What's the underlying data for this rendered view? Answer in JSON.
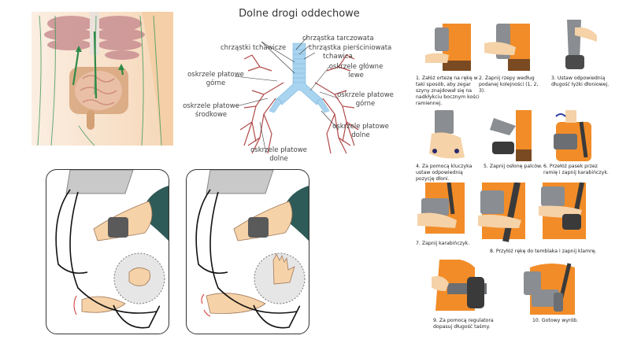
{
  "lungs": {
    "title": "Dolne drogi oddechowe",
    "labels": {
      "thyroid_cartilage": "chrząstka tarczowata",
      "cricoid_cartilage": "chrząstka pierściniowata",
      "trachea": "tchawica",
      "tracheal_cartilages": "chrząstki tchawicze",
      "left_main_bronchus_1": "oskrzele główne",
      "left_main_bronchus_2": "lewe",
      "right_upper_lobar_1": "oskrzele płatowe",
      "right_upper_lobar_2": "górne",
      "right_middle_lobar_1": "oskrzele płatowe",
      "right_middle_lobar_2": "środkowe",
      "left_upper_lobar_1": "oskrzele płatowe",
      "left_upper_lobar_2": "górne",
      "left_lower_lobar_1": "oskrzele płatowe",
      "left_lower_lobar_2": "dolne",
      "right_lower_lobar_1": "oskrzele płatowe",
      "right_lower_lobar_2": "dolne"
    }
  },
  "orthosis_steps": [
    {
      "caption": "1. Załóż ortezę na rękę w taki sposób, aby zegar szyny znajdował się na nadkłykciu bocznym kości ramiennej."
    },
    {
      "caption": "2. Zapnij rzepy według podanej kolejności (1, 2, 3)."
    },
    {
      "caption": "3. Ustaw odpowiednią długość łyżki dłoniowej."
    },
    {
      "caption": "4. Za pomocą kluczyka ustaw odpowiednią pozycję dłoni."
    },
    {
      "caption": "5. Zapnij osłonę palców."
    },
    {
      "caption": "6. Przełóż pasek przez ramię i zapnij karabińczyk."
    },
    {
      "caption": "7. Zapnij karabińczyk."
    },
    {
      "caption": "8. Przyłóż rękę do temblaka i zapnij klamrę."
    },
    {
      "caption": "9. Za pomocą regulatora dopasuj długość taśmy."
    },
    {
      "caption": "10. Gotowy wyrób."
    }
  ],
  "colors": {
    "shirt_orange": "#f28c28",
    "brace_gray": "#8a8d91",
    "skin": "#f5d2a8",
    "lymph_green": "#3f9a5a",
    "bronchi_red": "#b24a4a",
    "trachea_blue": "#a9d4ef",
    "sleeve_teal": "#2e5a57"
  }
}
